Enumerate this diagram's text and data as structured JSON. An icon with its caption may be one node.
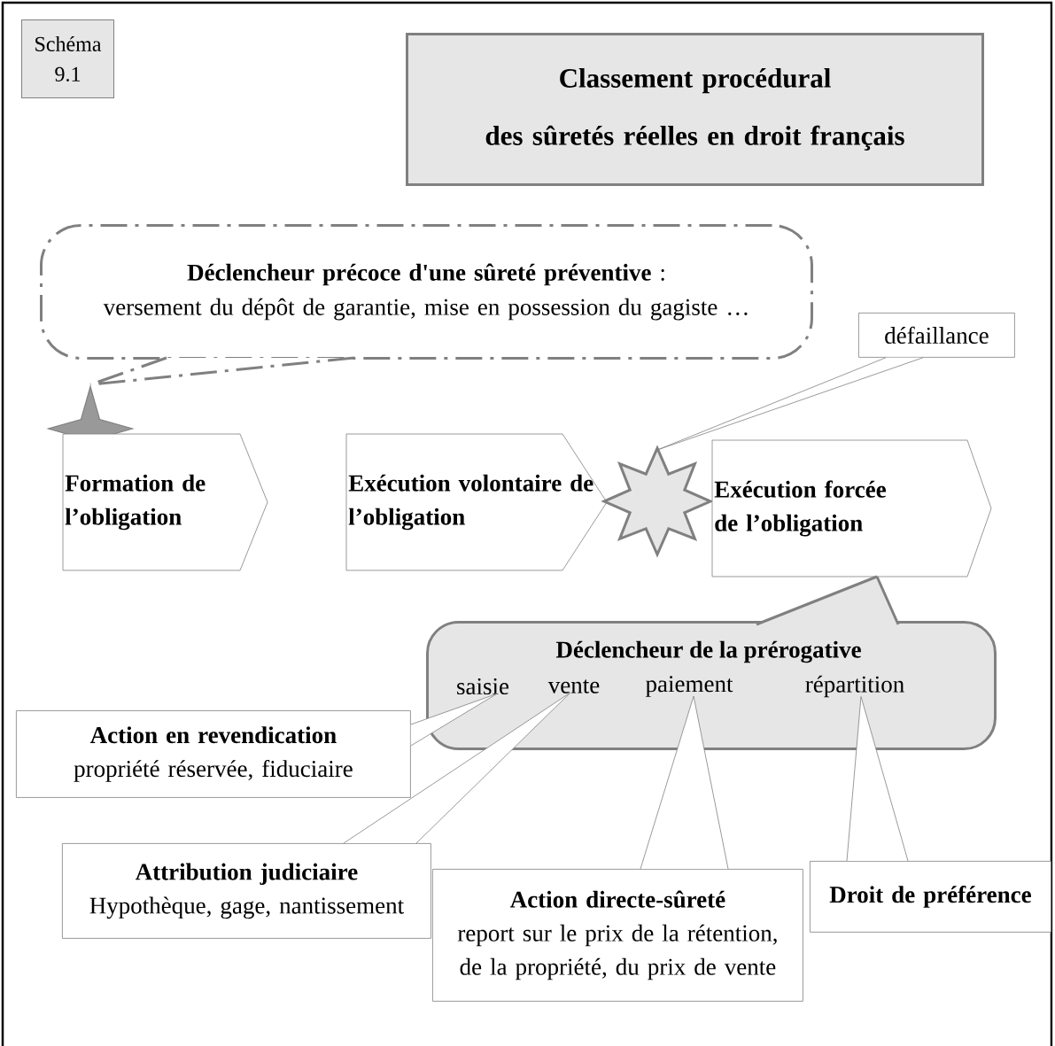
{
  "diagram": {
    "title": "Classement procédural des sûretés réelles en droit français",
    "nodes": [
      {
        "text": [
          "**Déclencheur précoce d'une sûreté préventive** :",
          "versement du dépôt de garantie, mise en possession du gagiste …"
        ]
      },
      {
        "text": [],
        "shape": "star"
      },
      {
        "text": [
          "Formation de l’obligation"
        ]
      },
      {
        "text": [
          "Exécution volontaire de l’obligation"
        ]
      },
      {
        "text": [],
        "shape": "star"
      },
      {
        "text": [
          "Exécution forcée de l’obligation"
        ]
      },
      {
        "text": [
          "défaillance"
        ]
      },
      {
        "text": [
          "Déclencheur de la prérogative"
        ]
      },
      {
        "text": [
          "saisie"
        ],
        "in": 7
      },
      {
        "text": [
          "vente"
        ],
        "in": 7
      },
      {
        "text": [
          "paiement"
        ],
        "in": 7
      },
      {
        "text": [
          "répartition"
        ],
        "in": 7
      },
      {
        "text": [
          "Action en revendication",
          "propriété réservée, fiduciaire"
        ]
      },
      {
        "text": [
          "Attribution judiciaire",
          "Hypothèque, gage, nantissement"
        ]
      },
      {
        "text": [
          "Action directe-sûreté",
          "report sur le prix de la rétention, de la propriété, du prix de vente"
        ]
      },
      {
        "text": [
          "Droit de préférence"
        ]
      }
    ],
    "edges": [
      {
        "from": 0,
        "to": 1,
        "arrow": "none",
        "style": "dashed"
      },
      {
        "from": 6,
        "to": 4,
        "arrow": "none"
      },
      {
        "from": 7,
        "to": 5,
        "arrow": "none",
        "style": "thick"
      },
      {
        "from": 12,
        "to": 8,
        "arrow": "none"
      },
      {
        "from": 13,
        "to": 9,
        "arrow": "none"
      },
      {
        "from": 14,
        "to": 10,
        "arrow": "none"
      },
      {
        "from": 15,
        "to": 11,
        "arrow": "none"
      }
    ],
    "labels": [
      "Schéma 9.1"
    ]
  }
}
